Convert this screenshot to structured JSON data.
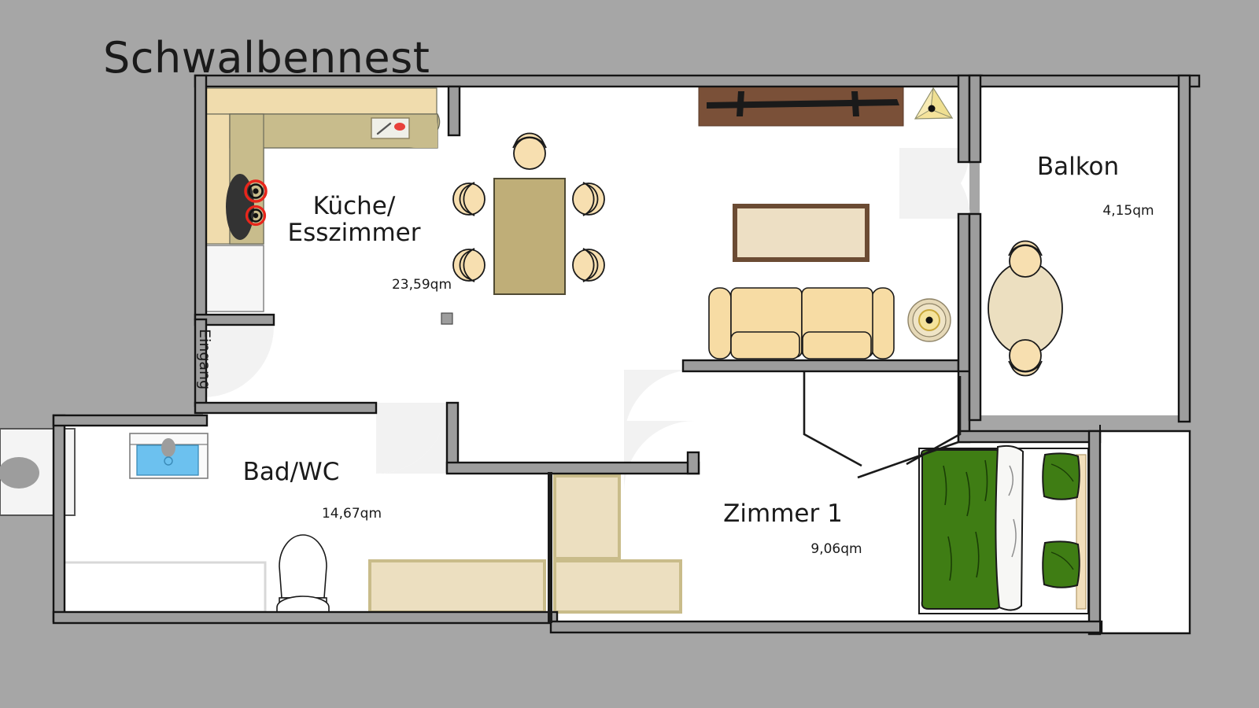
{
  "plan": {
    "title": "Schwalbennest",
    "entrance_label": "Eingang",
    "area_unit": "qm",
    "colors": {
      "background": "#a6a6a6",
      "floor": "#ffffff",
      "wall": "#9d9d9d",
      "wall_stroke": "#141414",
      "door_swing": "#f2f2f2",
      "counter_light": "#f0dcad",
      "counter_dark": "#c8bc8c",
      "furniture_beige": "#ecdfc0",
      "furniture_beige_border": "#c9bc8a",
      "sofa": "#f7dca4",
      "table_wood": "#bfae78",
      "sideboard": "#7a5038",
      "tv": "#1a1a1a",
      "bed_green": "#3f7d14",
      "bed_white": "#f7f7f5",
      "sink_blue": "#6cc1ef",
      "burner_red": "#e8251b",
      "lamp_yellow": "#f5e39b",
      "text": "#1a1a1a"
    },
    "rooms": [
      {
        "id": "kitchen",
        "name": "Küche/\nEsszimmer",
        "area": "23,59qm"
      },
      {
        "id": "bath",
        "name": "Bad/WC",
        "area": "14,67qm"
      },
      {
        "id": "zimmer1",
        "name": "Zimmer 1",
        "area": "9,06qm"
      },
      {
        "id": "balkon",
        "name": "Balkon",
        "area": "4,15qm"
      }
    ],
    "furniture": [
      {
        "room": "kitchen",
        "name": "kitchen-counter-top"
      },
      {
        "room": "kitchen",
        "name": "kitchen-counter-left"
      },
      {
        "room": "kitchen",
        "name": "kitchen-worktop"
      },
      {
        "room": "kitchen",
        "name": "cutting-board-icon"
      },
      {
        "room": "kitchen",
        "name": "stove-burners-icon"
      },
      {
        "room": "kitchen",
        "name": "sink-basin-icon"
      },
      {
        "room": "kitchen",
        "name": "fridge"
      },
      {
        "room": "kitchen",
        "name": "dining-table"
      },
      {
        "room": "kitchen",
        "name": "dining-chair"
      },
      {
        "room": "kitchen",
        "name": "floor-outlet"
      },
      {
        "room": "living",
        "name": "tv-sideboard"
      },
      {
        "room": "living",
        "name": "television"
      },
      {
        "room": "living",
        "name": "plant-icon"
      },
      {
        "room": "living",
        "name": "coffee-table"
      },
      {
        "room": "living",
        "name": "sofa"
      },
      {
        "room": "living",
        "name": "side-table-lamp"
      },
      {
        "room": "bath",
        "name": "washing-machine"
      },
      {
        "room": "bath",
        "name": "washbasin"
      },
      {
        "room": "bath",
        "name": "toilet"
      },
      {
        "room": "bath",
        "name": "bathtub"
      },
      {
        "room": "bath",
        "name": "bath-cabinet"
      },
      {
        "room": "zimmer1",
        "name": "wardrobe-tall"
      },
      {
        "room": "zimmer1",
        "name": "wardrobe-low"
      },
      {
        "room": "zimmer1",
        "name": "double-bed"
      },
      {
        "room": "zimmer1",
        "name": "bed-pillow"
      },
      {
        "room": "balkon",
        "name": "balcony-table"
      },
      {
        "room": "balkon",
        "name": "balcony-chair"
      }
    ]
  }
}
